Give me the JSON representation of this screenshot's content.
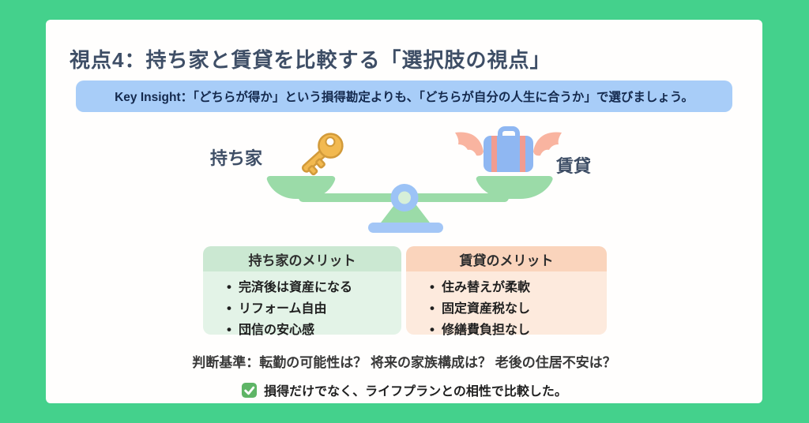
{
  "header": {
    "title": "視点4：持ち家と賃貸を比較する「選択肢の視点」"
  },
  "key_insight": {
    "text": "Key Insight：「どちらが得か」という損得勘定よりも、「どちらが自分の人生に合うか」で選びましょう。"
  },
  "scale": {
    "left_label": "持ち家",
    "right_label": "賃貸",
    "left_icon": "key-icon",
    "right_icon": "winged-suitcase-icon"
  },
  "merits": {
    "left": {
      "title": "持ち家のメリット",
      "items": [
        "完済後は資産になる",
        "リフォーム自由",
        "団信の安心感"
      ]
    },
    "right": {
      "title": "賃貸のメリット",
      "items": [
        "住み替えが柔軟",
        "固定資産税なし",
        "修繕費負担なし"
      ]
    }
  },
  "criteria": {
    "text": "判断基準：転勤の可能性は？ 将来の家族構成は？ 老後の住居不安は？"
  },
  "checklist": {
    "icon": "check-icon",
    "text": "損得だけでなく、ライフプランとの相性で比較した。"
  },
  "colors": {
    "background_green": "#44d18c",
    "card_white": "#fffefd",
    "title_navy": "#3e4e66",
    "banner_blue": "#a8cdf8",
    "banner_text_navy": "#14294d",
    "pan_green": "#9bdba8",
    "scale_blue": "#a3c6f6",
    "pivot_inner_green": "#d6efd8",
    "key_gold": "#f2b950",
    "key_outline": "#d29a3a",
    "suitcase_blue": "#8fb7f2",
    "wing_salmon": "#f9b4a0",
    "strap_salmon": "#f19c90",
    "left_header_green": "#cbe8d2",
    "left_body_green": "#e3f3e7",
    "right_header_peach": "#fad4bc",
    "right_body_peach": "#fdeadd",
    "check_green": "#5eb566"
  }
}
